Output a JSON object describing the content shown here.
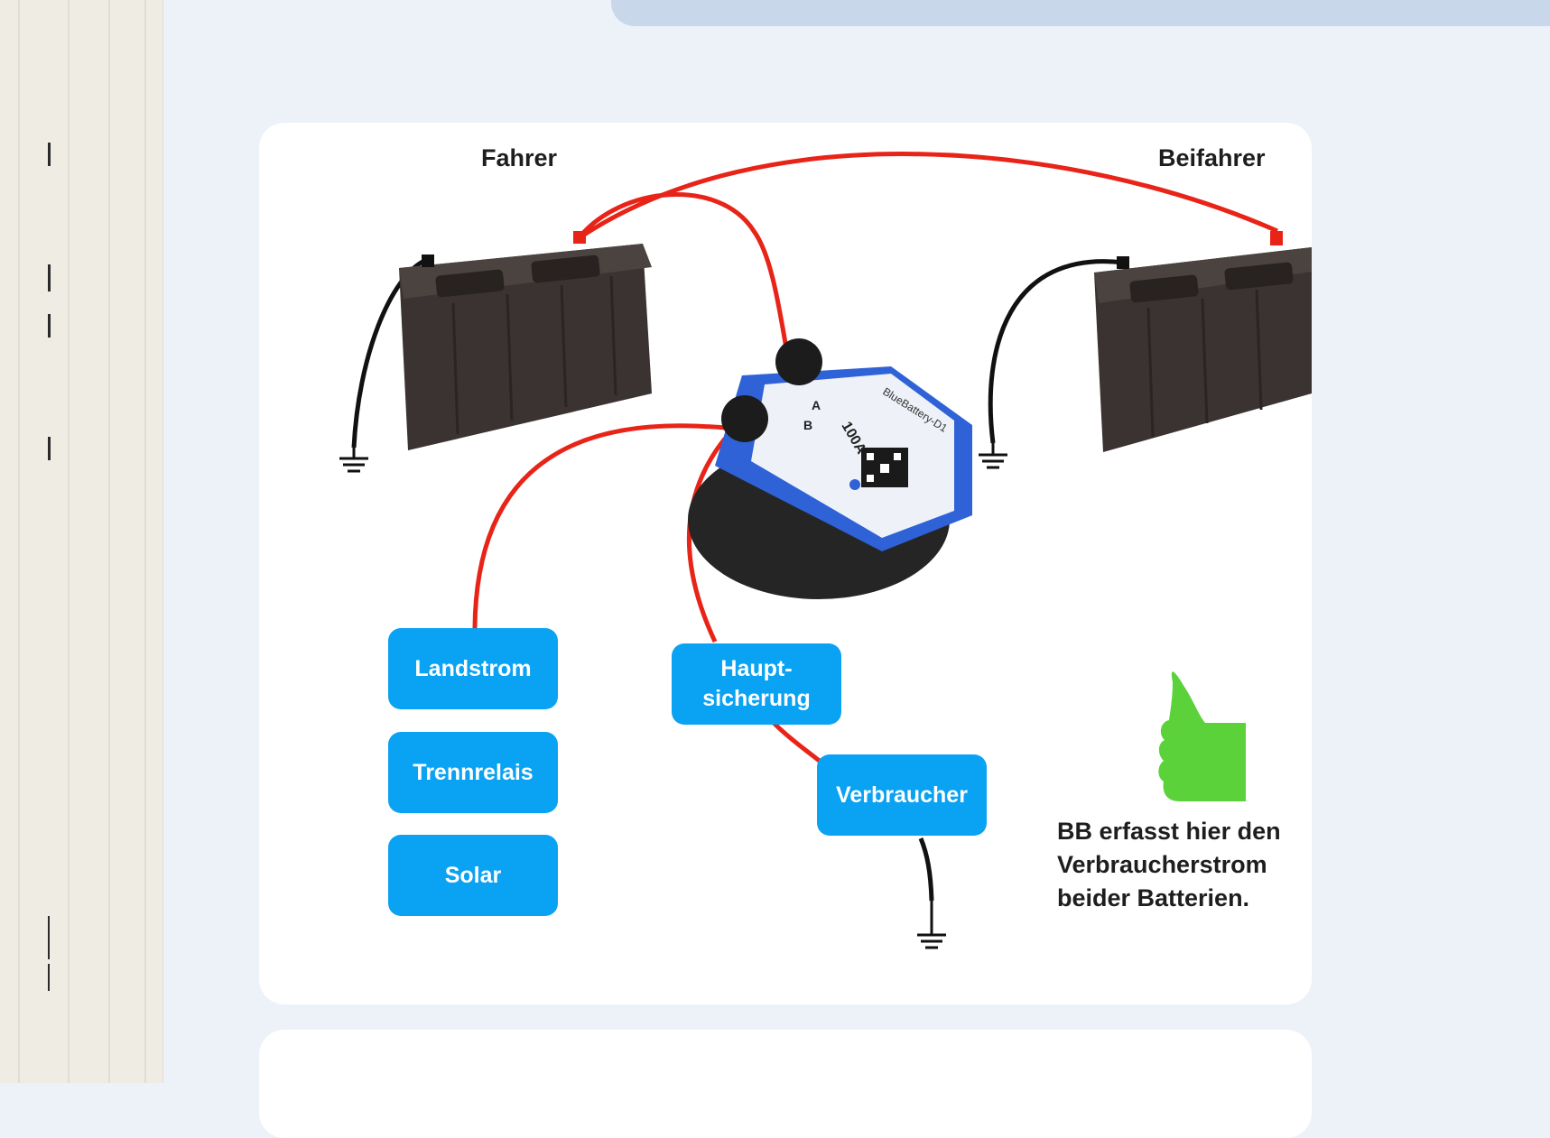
{
  "diagram": {
    "left_battery_label": "Fahrer",
    "right_battery_label": "Beifahrer",
    "buttons": {
      "landstrom": "Landstrom",
      "trennrelais": "Trennrelais",
      "solar": "Solar",
      "hauptsicherung_line1": "Haupt-",
      "hauptsicherung_line2": "sicherung",
      "verbraucher": "Verbraucher"
    },
    "note_line1": "BB erfasst hier den",
    "note_line2": "Verbraucherstrom",
    "note_line3": "beider Batterien.",
    "device": {
      "model": "BlueBattery-D1",
      "rating": "100A",
      "terminal_a": "A",
      "terminal_b": "B"
    },
    "colors": {
      "wire_positive": "#e82418",
      "wire_negative": "#111111",
      "box_blue": "#0aa2f2",
      "device_blue": "#2f62d6",
      "thumb_green": "#5bd23a"
    },
    "icons": [
      "thumbs-up-icon",
      "ground-symbol-icon",
      "battery-icon",
      "qr-code-icon"
    ]
  }
}
